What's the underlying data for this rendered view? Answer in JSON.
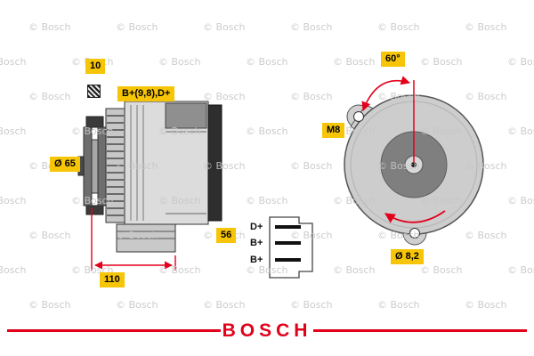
{
  "watermark": {
    "text": "© Bosch"
  },
  "footer": {
    "brand": "BOSCH"
  },
  "colors": {
    "label_yellow": "#f7c507",
    "dimension_red": "#e2001a",
    "watermark_gray": "#c6c6c6"
  },
  "side_view": {
    "key_width_label": "10",
    "terminal_label": "B+(9,8),D+",
    "pulley_diameter_label": "Ø 65",
    "depth_label": "56",
    "length_label": "110"
  },
  "front_view": {
    "angle_label": "60°",
    "thread_label": "M8",
    "hole_diameter_label": "Ø 8,2"
  },
  "connector": {
    "pins": [
      "D+",
      "B+",
      "B+"
    ]
  }
}
